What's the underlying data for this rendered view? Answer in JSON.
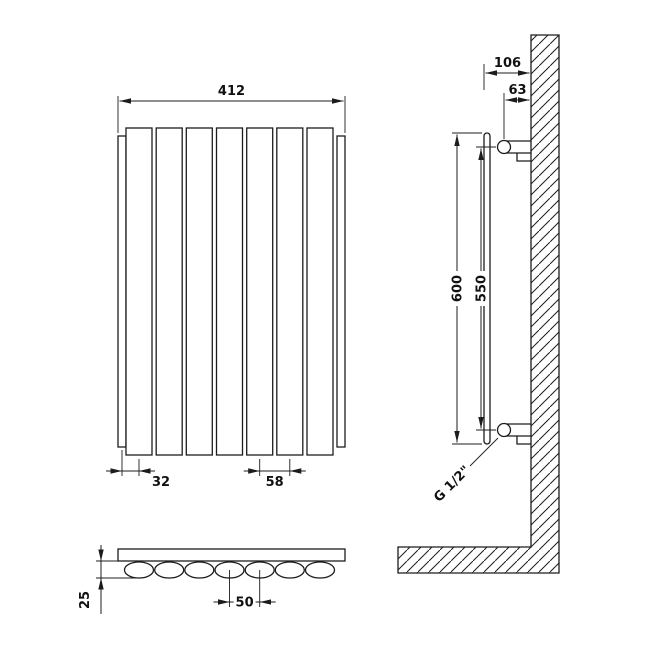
{
  "drawing": {
    "front_view": {
      "overall_width_label": "412",
      "collector_offset_label": "32",
      "panel_pitch_label": "58"
    },
    "bottom_view": {
      "tube_pitch_label": "50",
      "depth_label": "25"
    },
    "side_view": {
      "wall_clearance_label": "106",
      "bracket_offset_label": "63",
      "overall_height_label": "600",
      "bracket_spacing_label": "550",
      "connection_size_label": "G 1/2\""
    }
  }
}
